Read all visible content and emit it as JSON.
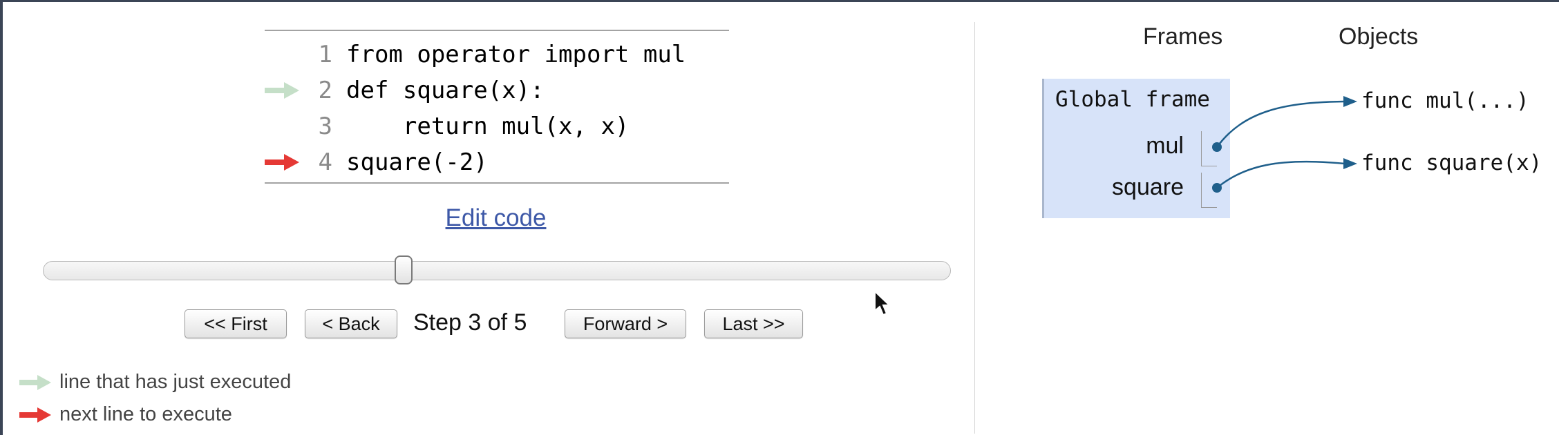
{
  "code": {
    "lines": [
      {
        "number": "1",
        "text": "from operator import mul",
        "marker": "none"
      },
      {
        "number": "2",
        "text": "def square(x):",
        "marker": "just-executed"
      },
      {
        "number": "3",
        "text": "    return mul(x, x)",
        "marker": "none"
      },
      {
        "number": "4",
        "text": "square(-2)",
        "marker": "next"
      }
    ],
    "edit_link": "Edit code"
  },
  "navigation": {
    "first": "<< First",
    "back": "< Back",
    "step_label": "Step 3 of 5",
    "forward": "Forward >",
    "last": "Last >>",
    "current_step": 3,
    "total_steps": 5
  },
  "legend": {
    "just_executed": "line that has just executed",
    "next_line": "next line to execute"
  },
  "visualization": {
    "frames_heading": "Frames",
    "objects_heading": "Objects",
    "global_frame": {
      "title": "Global frame",
      "variables": [
        {
          "name": "mul",
          "points_to": "func mul(...)"
        },
        {
          "name": "square",
          "points_to": "func square(x)"
        }
      ]
    }
  },
  "colors": {
    "just_executed_arrow": "#c5dfc8",
    "next_line_arrow": "#e53935",
    "frame_background": "#d7e3f9",
    "pointer": "#1f5f8b",
    "link": "#3d58a7"
  }
}
